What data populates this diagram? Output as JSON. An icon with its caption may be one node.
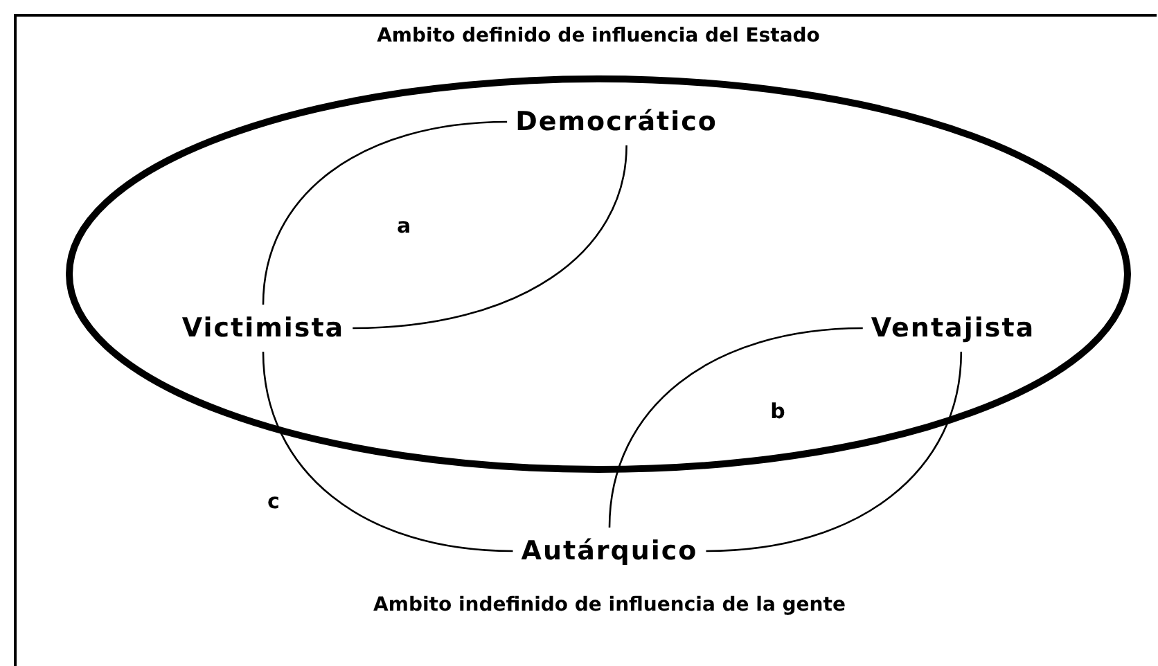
{
  "diagram": {
    "nodes": [
      {
        "text": [
          "Ambito definido de influencia del Estado"
        ]
      },
      {
        "text": [
          "Democrático"
        ],
        "in": 0
      },
      {
        "text": [
          "Victimista"
        ],
        "in": 0
      },
      {
        "text": [
          "Ventajista"
        ],
        "in": 0
      },
      {
        "text": [
          "Autárquico"
        ]
      }
    ],
    "edges": [
      {
        "from": 1,
        "to": 2,
        "arrow": "none"
      },
      {
        "from": 1,
        "to": 2,
        "arrow": "none"
      },
      {
        "from": 2,
        "to": 4,
        "arrow": "none"
      },
      {
        "from": 3,
        "to": 4,
        "arrow": "none"
      },
      {
        "from": 3,
        "to": 4,
        "arrow": "none"
      }
    ],
    "labels": [
      "a",
      "b",
      "c",
      "Ambito indefinido de influencia de la gente"
    ]
  }
}
